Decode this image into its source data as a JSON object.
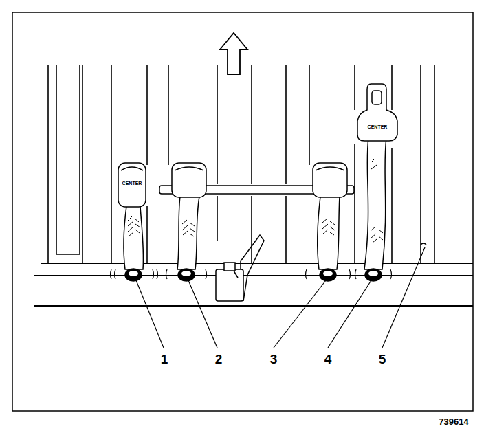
{
  "diagram": {
    "labels": [
      "CENTER",
      "CENTER",
      "1",
      "2",
      "3",
      "4",
      "5",
      "739614"
    ]
  }
}
